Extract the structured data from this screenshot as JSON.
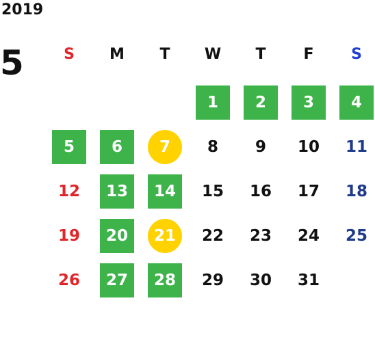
{
  "year": "2019",
  "month": "5",
  "colors": {
    "green": "#3db34a",
    "yellow": "#ffd200",
    "sunday": "#e0262a",
    "saturday": "#1e3a8a",
    "weekday": "#111111"
  },
  "weekdays": [
    {
      "label": "S",
      "color": "#e0262a"
    },
    {
      "label": "M",
      "color": "#111111"
    },
    {
      "label": "T",
      "color": "#111111"
    },
    {
      "label": "W",
      "color": "#111111"
    },
    {
      "label": "T",
      "color": "#111111"
    },
    {
      "label": "F",
      "color": "#111111"
    },
    {
      "label": "S",
      "color": "#1e3fd0"
    }
  ],
  "weeks": [
    [
      {
        "day": "",
        "style": "none"
      },
      {
        "day": "",
        "style": "none"
      },
      {
        "day": "",
        "style": "none"
      },
      {
        "day": "1",
        "style": "green"
      },
      {
        "day": "2",
        "style": "green"
      },
      {
        "day": "3",
        "style": "green"
      },
      {
        "day": "4",
        "style": "green"
      }
    ],
    [
      {
        "day": "5",
        "style": "green"
      },
      {
        "day": "6",
        "style": "green"
      },
      {
        "day": "7",
        "style": "yellow"
      },
      {
        "day": "8",
        "style": "plain"
      },
      {
        "day": "9",
        "style": "plain"
      },
      {
        "day": "10",
        "style": "plain"
      },
      {
        "day": "11",
        "style": "plain"
      }
    ],
    [
      {
        "day": "12",
        "style": "plain"
      },
      {
        "day": "13",
        "style": "green"
      },
      {
        "day": "14",
        "style": "green"
      },
      {
        "day": "15",
        "style": "plain"
      },
      {
        "day": "16",
        "style": "plain"
      },
      {
        "day": "17",
        "style": "plain"
      },
      {
        "day": "18",
        "style": "plain"
      }
    ],
    [
      {
        "day": "19",
        "style": "plain"
      },
      {
        "day": "20",
        "style": "green"
      },
      {
        "day": "21",
        "style": "yellow"
      },
      {
        "day": "22",
        "style": "plain"
      },
      {
        "day": "23",
        "style": "plain"
      },
      {
        "day": "24",
        "style": "plain"
      },
      {
        "day": "25",
        "style": "plain"
      }
    ],
    [
      {
        "day": "26",
        "style": "plain"
      },
      {
        "day": "27",
        "style": "green"
      },
      {
        "day": "28",
        "style": "green"
      },
      {
        "day": "29",
        "style": "plain"
      },
      {
        "day": "30",
        "style": "plain"
      },
      {
        "day": "31",
        "style": "plain"
      },
      {
        "day": "",
        "style": "none"
      }
    ]
  ]
}
